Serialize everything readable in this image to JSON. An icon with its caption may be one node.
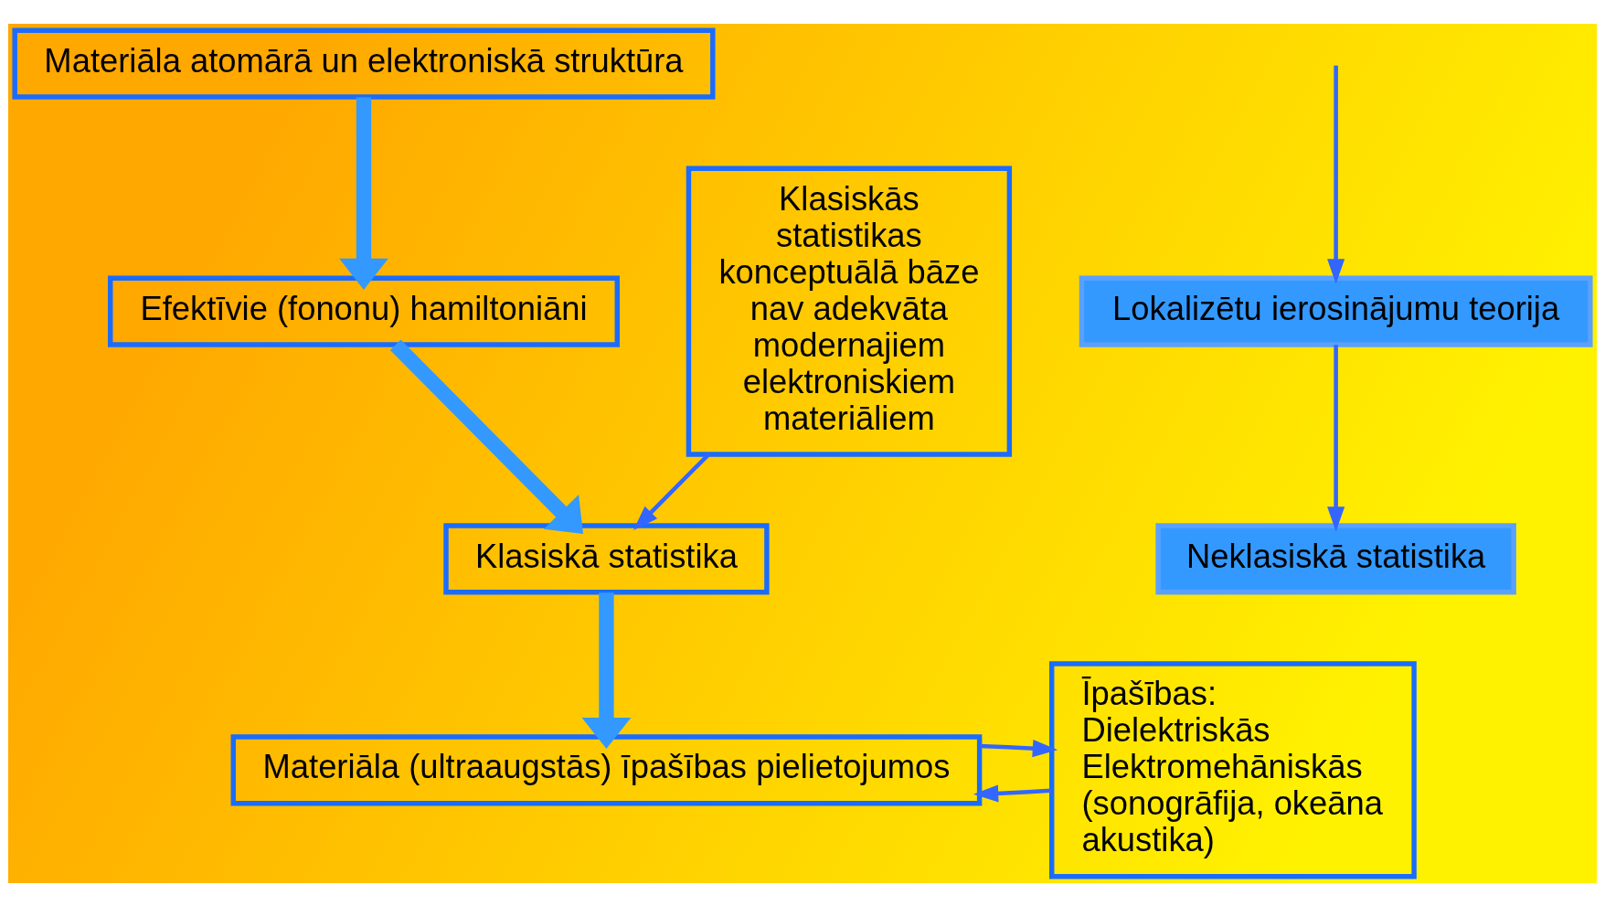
{
  "diagram": {
    "nodes": [
      {
        "text": [
          "Materiāla atomārā un elektroniskā struktūra"
        ]
      },
      {
        "text": [
          "Efektīvie (fononu) hamiltoniāni"
        ]
      },
      {
        "text": [
          "Klasiskā statistika"
        ]
      },
      {
        "text": [
          "Materiāla (ultraaugstās) īpašības pielietojumos"
        ]
      },
      {
        "text": [
          "Klasiskās statistikas konceptuālā bāze nav adekvāta modernajiem elektroniskiem materiāliem"
        ]
      },
      {
        "text": [
          "Lokalizētu ierosinājumu teorija"
        ]
      },
      {
        "text": [
          "Neklasiskā statistika"
        ]
      },
      {
        "text": [
          "Īpašības:",
          "Dielektriskās",
          "Elektromehāniskās (sonogrāfija, okeāna akustika)"
        ]
      }
    ],
    "edges": [
      {
        "from": 0,
        "to": 1,
        "arrow": "to",
        "style": "thick",
        "color": "#3399ff"
      },
      {
        "from": 1,
        "to": 2,
        "arrow": "to",
        "style": "thick",
        "color": "#3399ff"
      },
      {
        "from": 2,
        "to": 3,
        "arrow": "to",
        "style": "thick",
        "color": "#3399ff"
      },
      {
        "from": 4,
        "to": 2,
        "arrow": "to"
      },
      {
        "from": null,
        "to": 5,
        "arrow": "to"
      },
      {
        "from": 5,
        "to": 6,
        "arrow": "to"
      },
      {
        "from": 7,
        "to": 3,
        "arrow": "to"
      },
      {
        "from": 3,
        "to": 7,
        "arrow": "to"
      }
    ]
  }
}
